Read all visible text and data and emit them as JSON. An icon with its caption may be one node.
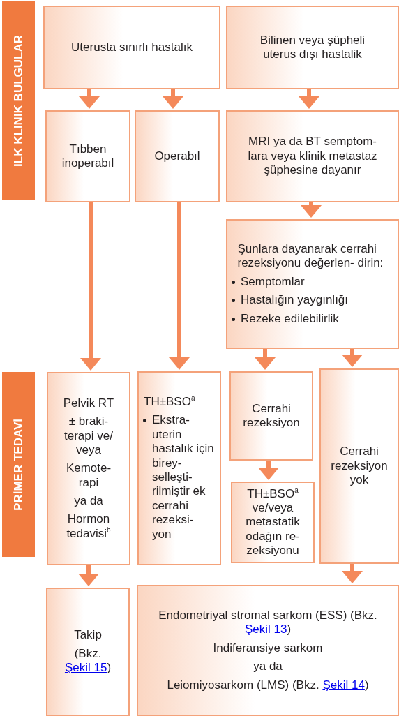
{
  "diagram": {
    "nodes": [
      {
        "text": [
          "ILK KLINIK BULGULAR"
        ]
      },
      {
        "text": [
          "PRİMER TEDAVİ"
        ]
      },
      {
        "text": [
          "Uterusta sınırlı  hastalık"
        ]
      },
      {
        "text": [
          "Bilinen veya şüpheli uterus dışı hastalik"
        ]
      },
      {
        "text": [
          "Tıbben inoperabıl"
        ]
      },
      {
        "text": [
          "Operabıl"
        ]
      },
      {
        "text": [
          "MRI ya da BT semptom- lara veya klinik metastaz şüphesine dayanır"
        ]
      },
      {
        "text": [
          "Şunlara dayanarak cerrahi rezeksiyonu değerlen- dirin:",
          "Semptomlar",
          "Hastalığın yaygınlığı",
          "Rezeke edilebilirlik"
        ]
      },
      {
        "text": [
          "Pelvik RT",
          "± braki- terapi ve/ veya",
          "Kemote- rapi",
          "ya da",
          "Hormon tedavisi$^{b}$"
        ]
      },
      {
        "text": [
          "TH±BSO$^{a}$",
          "Ekstra- uterin hastalık için birey- selleşti- rilmiştir ek cerrahi rezeksi- yon"
        ]
      },
      {
        "text": [
          "Cerrahi rezeksiyon"
        ]
      },
      {
        "text": [
          "TH±BSO$^{a}$ ve/veya metastatik odağın re- zeksiyonu"
        ]
      },
      {
        "text": [
          "Cerrahi rezeksiyon yok"
        ]
      },
      {
        "text": [
          "Takip",
          "(Bkz.",
          "Şekil 15",
          ")"
        ]
      },
      {
        "text": [
          "Endometriyal stromal sarkom (ESS) (Bkz.",
          "Şekil 13",
          ")",
          "Indiferansiye sarkom",
          "ya da",
          "Leiomiyosarkom (LMS) (Bkz.",
          "Şekil 14",
          ")"
        ]
      }
    ],
    "edges": [
      {
        "from": 2,
        "to": 4,
        "arrow": "to"
      },
      {
        "from": 2,
        "to": 5,
        "arrow": "to"
      },
      {
        "from": 3,
        "to": 6,
        "arrow": "to"
      },
      {
        "from": 6,
        "to": 7,
        "arrow": "to"
      },
      {
        "from": 4,
        "to": 8,
        "arrow": "to"
      },
      {
        "from": 5,
        "to": 9,
        "arrow": "to"
      },
      {
        "from": 7,
        "to": 10,
        "arrow": "to"
      },
      {
        "from": 7,
        "to": 12,
        "arrow": "to"
      },
      {
        "from": 10,
        "to": 11,
        "arrow": "to"
      },
      {
        "from": 8,
        "to": 13,
        "arrow": "to"
      },
      {
        "from": 12,
        "to": 14,
        "arrow": "to"
      }
    ]
  }
}
